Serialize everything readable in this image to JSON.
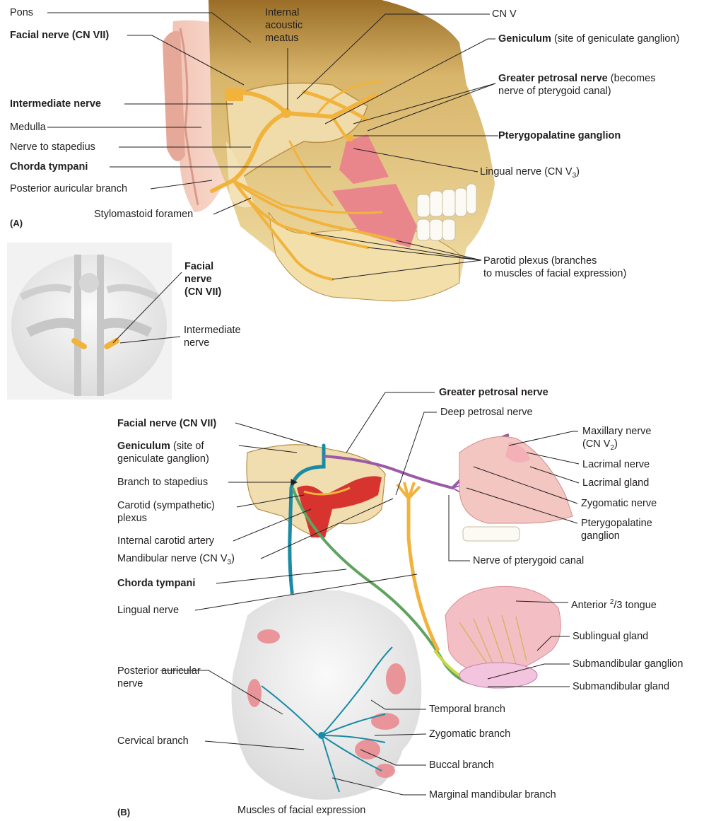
{
  "panels": {
    "a": "(A)",
    "b": "(B)"
  },
  "panel_a": {
    "pons": "Pons",
    "internal_acoustic_meatus": [
      "Internal",
      "acoustic",
      "meatus"
    ],
    "cn_v": "CN V",
    "facial_nerve": "Facial nerve (CN VII)",
    "geniculum": {
      "bold": "Geniculum",
      "rest": " (site of geniculate ganglion)"
    },
    "greater_petrosal": {
      "bold": "Greater petrosal nerve",
      "rest": " (becomes",
      "line2": "nerve of pterygoid canal)"
    },
    "intermediate_nerve": "Intermediate nerve",
    "medulla": "Medulla",
    "pterygopalatine_ganglion": "Pterygopalatine ganglion",
    "nerve_to_stapedius": "Nerve to stapedius",
    "chorda_tympani": "Chorda tympani",
    "lingual_nerve": {
      "text": "Lingual nerve (CN V",
      "sub": "3",
      "close": ")"
    },
    "posterior_auricular_branch": "Posterior auricular branch",
    "stylomastoid_foramen": "Stylomastoid foramen",
    "parotid_plexus": [
      "Parotid plexus (branches",
      "to muscles of facial expression)"
    ]
  },
  "inset": {
    "facial_nerve": [
      "Facial",
      "nerve",
      "(CN VII)"
    ],
    "intermediate_nerve": [
      "Intermediate",
      "nerve"
    ]
  },
  "panel_b": {
    "greater_petrosal": "Greater petrosal nerve",
    "deep_petrosal": "Deep petrosal nerve",
    "facial_nerve": "Facial nerve (CN VII)",
    "geniculum": {
      "bold": "Geniculum",
      "rest": " (site of",
      "line2": "geniculate ganglion)"
    },
    "maxillary_nerve": {
      "line1": "Maxillary nerve",
      "line2": "(CN V",
      "sub": "2",
      "close": ")"
    },
    "lacrimal_nerve": "Lacrimal nerve",
    "lacrimal_gland": "Lacrimal gland",
    "branch_to_stapedius": "Branch to stapedius",
    "carotid_plexus": [
      "Carotid (sympathetic)",
      "plexus"
    ],
    "zygomatic_nerve": "Zygomatic nerve",
    "pterygopalatine_ganglion": [
      "Pterygopalatine",
      "ganglion"
    ],
    "internal_carotid": "Internal carotid artery",
    "mandibular_nerve": {
      "text": "Mandibular nerve (CN V",
      "sub": "3",
      "close": ")"
    },
    "nerve_pterygoid_canal": "Nerve of pterygoid canal",
    "chorda_tympani": "Chorda tympani",
    "lingual_nerve": "Lingual nerve",
    "anterior_tongue": {
      "pre": "Anterior ",
      "sup": "2",
      "post": "/3 tongue"
    },
    "sublingual_gland": "Sublingual gland",
    "submandibular_ganglion": "Submandibular ganglion",
    "submandibular_gland": "Submandibular gland",
    "posterior_auricular_nerve": [
      "Posterior auricular",
      "nerve"
    ],
    "temporal_branch": "Temporal branch",
    "zygomatic_branch": "Zygomatic branch",
    "cervical_branch": "Cervical branch",
    "buccal_branch": "Buccal branch",
    "marginal_mandibular_branch": "Marginal mandibular branch",
    "muscles_facial_expression": "Muscles of facial expression"
  },
  "colors": {
    "nerve_yellow": "#f2b33d",
    "bone": "#ecd7a2",
    "muscle": "#e9868c",
    "facial_blue": "#1a8ba5",
    "chorda_green": "#5fa35f",
    "petrosal_purple": "#9b5aa8",
    "skin": "#f4c9b9"
  }
}
